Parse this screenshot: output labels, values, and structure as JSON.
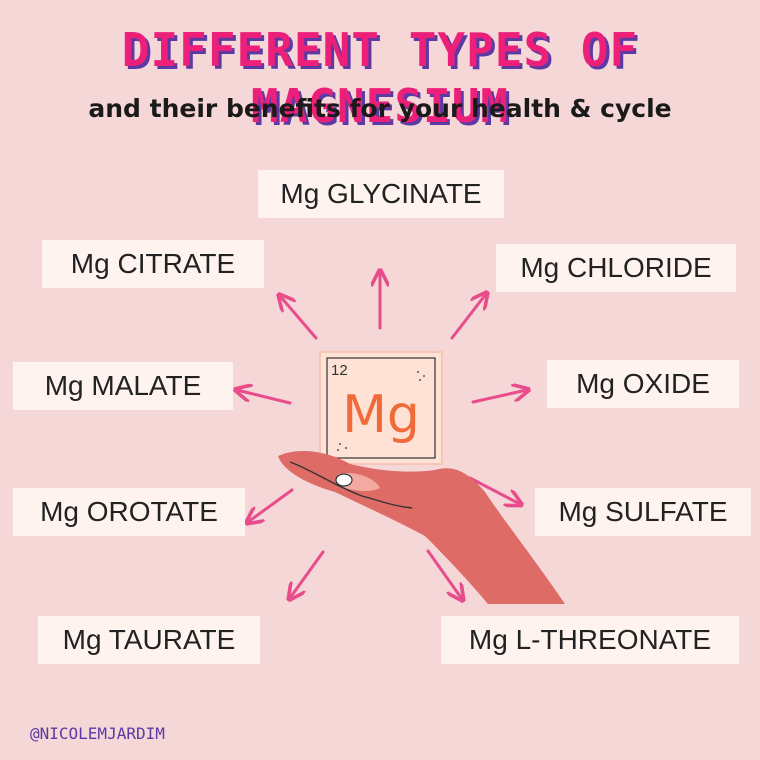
{
  "header": {
    "title": "DIFFERENT TYPES OF MAGNESIUM",
    "subtitle": "and their benefits for your health & cycle"
  },
  "element": {
    "number": "12",
    "symbol": "Mg"
  },
  "types": [
    {
      "id": "glycinate",
      "label": "Mg GLYCINATE"
    },
    {
      "id": "citrate",
      "label": "Mg CITRATE"
    },
    {
      "id": "chloride",
      "label": "Mg CHLORIDE"
    },
    {
      "id": "malate",
      "label": "Mg MALATE"
    },
    {
      "id": "oxide",
      "label": "Mg OXIDE"
    },
    {
      "id": "orotate",
      "label": "Mg OROTATE"
    },
    {
      "id": "sulfate",
      "label": "Mg SULFATE"
    },
    {
      "id": "taurate",
      "label": "Mg TAURATE"
    },
    {
      "id": "l-threonate",
      "label": "Mg L-THREONATE"
    }
  ],
  "footer": {
    "handle": "@NICOLEMJARDIM"
  },
  "colors": {
    "background": "#f5d7d8",
    "title": "#ec1f79",
    "title_shadow": "#5b3aa3",
    "arrow": "#e84c8b",
    "hand": "#df6b66",
    "tile": "#ffe2d6",
    "symbol": "#f06a3a"
  }
}
